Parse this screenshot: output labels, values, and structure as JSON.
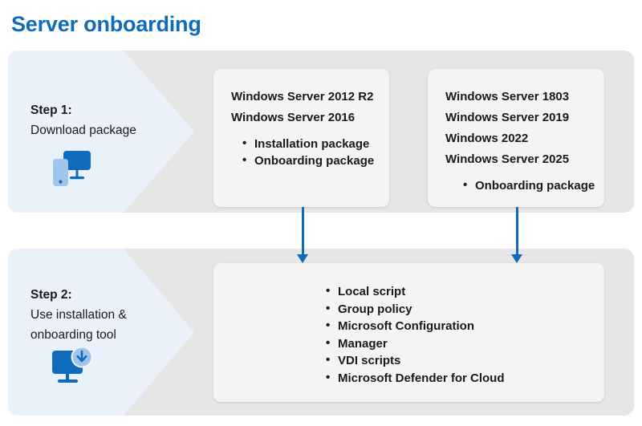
{
  "page": {
    "title": "Server onboarding",
    "title_color": "#0f6cbd"
  },
  "colors": {
    "accent_blue": "#0f6cbd",
    "band_gray": "#e6e6e6",
    "chevron_blue": "#eaf1fb",
    "card_gray": "#f4f4f4",
    "icon_blue_dark": "#0f6cbd",
    "icon_blue_light": "#9fc6ea",
    "text": "#1a1a1a"
  },
  "steps": [
    {
      "label": "Step 1:",
      "description": "Download package",
      "icon": "monitor-tablet-icon"
    },
    {
      "label": "Step 2:",
      "description": "Use installation &\nonboarding tool",
      "icon": "monitor-download-icon"
    }
  ],
  "cards": {
    "legacy_servers": {
      "lines": [
        "Windows Server 2012 R2",
        "Windows Server 2016"
      ],
      "bullets": [
        "Installation package",
        "Onboarding package"
      ]
    },
    "modern_servers": {
      "lines": [
        "Windows Server 1803",
        "Windows Server 2019",
        "Windows 2022",
        "Windows Server 2025"
      ],
      "bullets": [
        "Onboarding package"
      ]
    },
    "tools": {
      "lines": [],
      "bullets": [
        "Local script",
        "Group policy",
        "Microsoft Configuration",
        "Manager",
        "VDI scripts",
        "Microsoft Defender for Cloud"
      ]
    }
  },
  "connectors": [
    {
      "name": "arrow-legacy-to-tools",
      "direction": "down"
    },
    {
      "name": "arrow-modern-to-tools",
      "direction": "down"
    }
  ]
}
